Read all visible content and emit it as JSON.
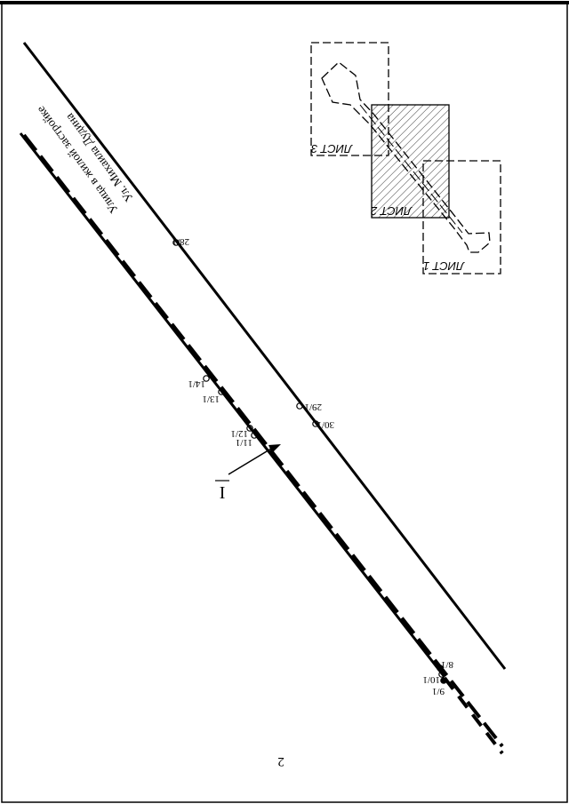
{
  "street": {
    "name": "Ул. Михаила Дудина",
    "description": "Улица в жилой застройке"
  },
  "page_number": "2",
  "section_marker": "I",
  "sheets": [
    {
      "label": "ЛИСТ 1"
    },
    {
      "label": "ЛИСТ 2"
    },
    {
      "label": "ЛИСТ 3"
    }
  ],
  "points": [
    {
      "id": "p-28",
      "label": "28/1"
    },
    {
      "id": "p-14",
      "label": "14/1"
    },
    {
      "id": "p-13",
      "label": "13/1"
    },
    {
      "id": "p-29",
      "label": "29/1"
    },
    {
      "id": "p-30",
      "label": "30/1"
    },
    {
      "id": "p-12",
      "label": "12/1"
    },
    {
      "id": "p-11",
      "label": "11/1"
    },
    {
      "id": "p-8",
      "label": "8/1"
    },
    {
      "id": "p-10",
      "label": "10/1"
    },
    {
      "id": "p-9",
      "label": "9/1"
    }
  ]
}
